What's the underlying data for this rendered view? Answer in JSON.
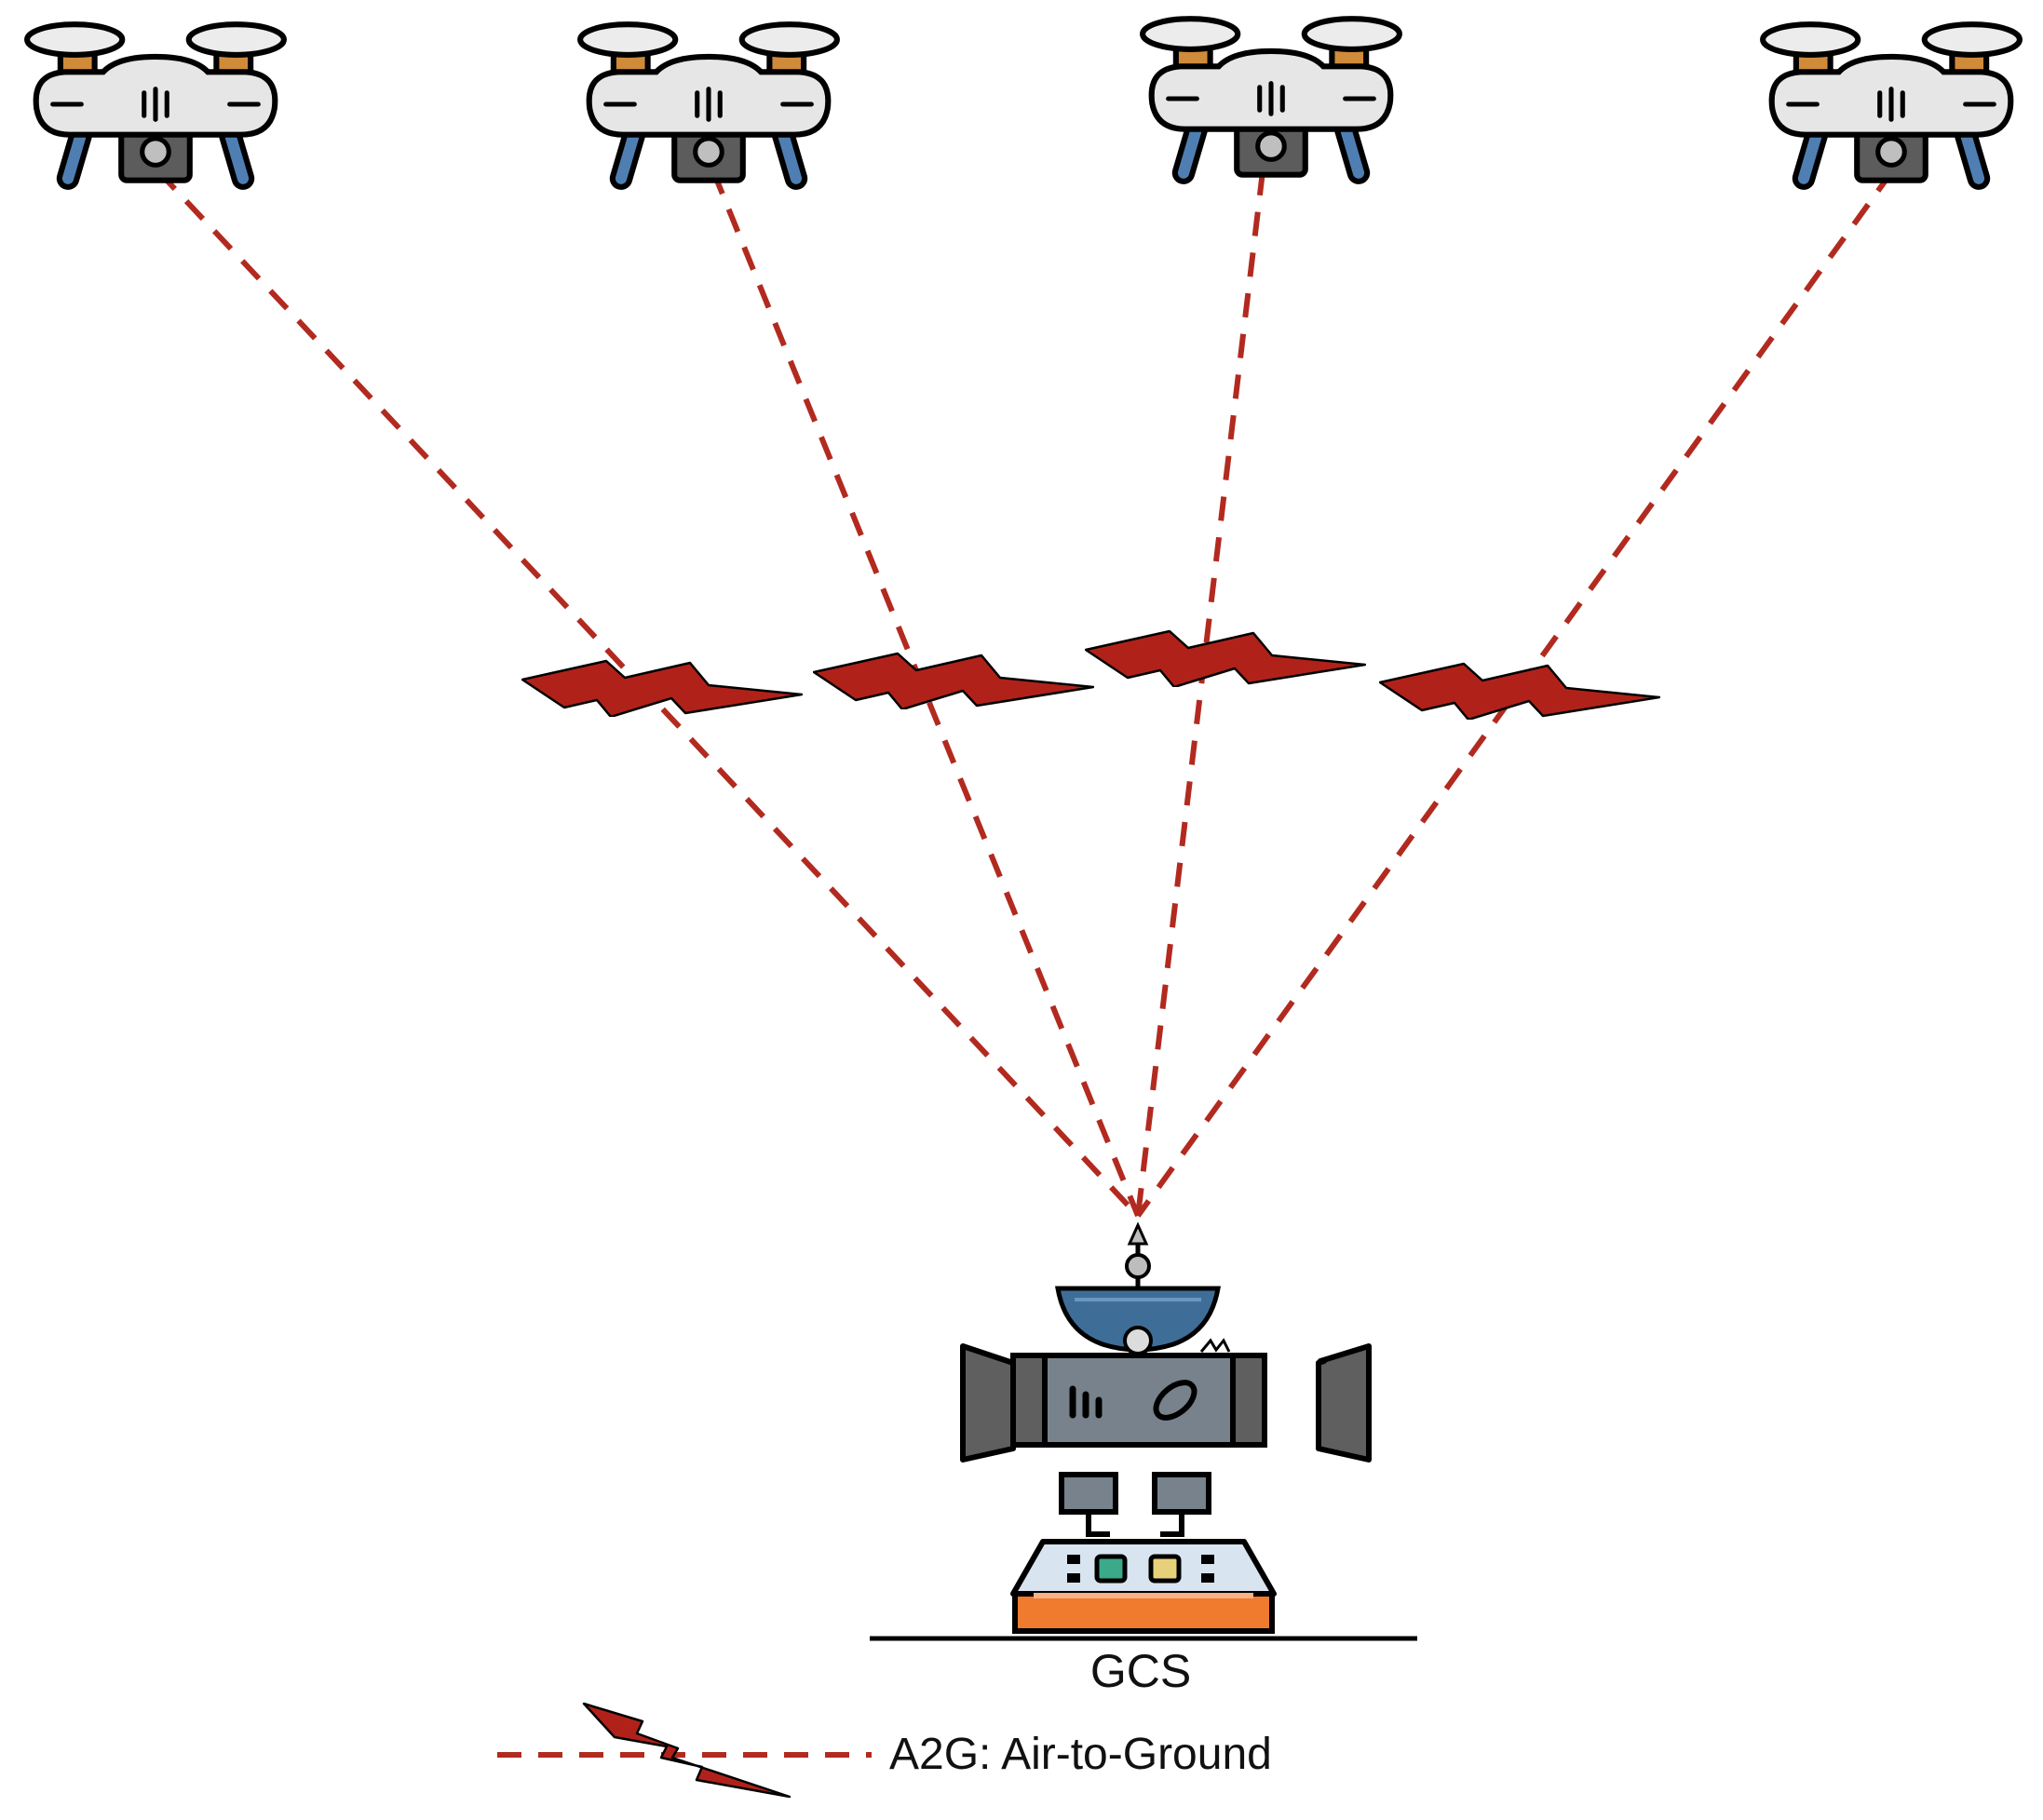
{
  "diagram": {
    "ground_station": {
      "label": "GCS",
      "icon": "ground-control-station-icon"
    },
    "drones": [
      {
        "id": "drone-1",
        "icon": "drone-icon"
      },
      {
        "id": "drone-2",
        "icon": "drone-icon"
      },
      {
        "id": "drone-3",
        "icon": "drone-icon"
      },
      {
        "id": "drone-4",
        "icon": "drone-icon"
      }
    ],
    "links": [
      {
        "from": "drone-1",
        "to": "GCS",
        "type": "A2G"
      },
      {
        "from": "drone-2",
        "to": "GCS",
        "type": "A2G"
      },
      {
        "from": "drone-3",
        "to": "GCS",
        "type": "A2G"
      },
      {
        "from": "drone-4",
        "to": "GCS",
        "type": "A2G"
      }
    ],
    "legend": {
      "label": "A2G: Air-to-Ground",
      "icon": "lightning-bolt-icon"
    },
    "colors": {
      "link": "#b22a1f",
      "bolt_fill": "#b02219",
      "drone_body": "#e6e6e6",
      "drone_legs": "#4f7fb2",
      "drone_camera": "#5c5c5c",
      "station_gray": "#77828c",
      "dish_blue": "#3e6e98",
      "desk_orange": "#f07a2e",
      "accent_orange": "#cf8a3a"
    }
  }
}
